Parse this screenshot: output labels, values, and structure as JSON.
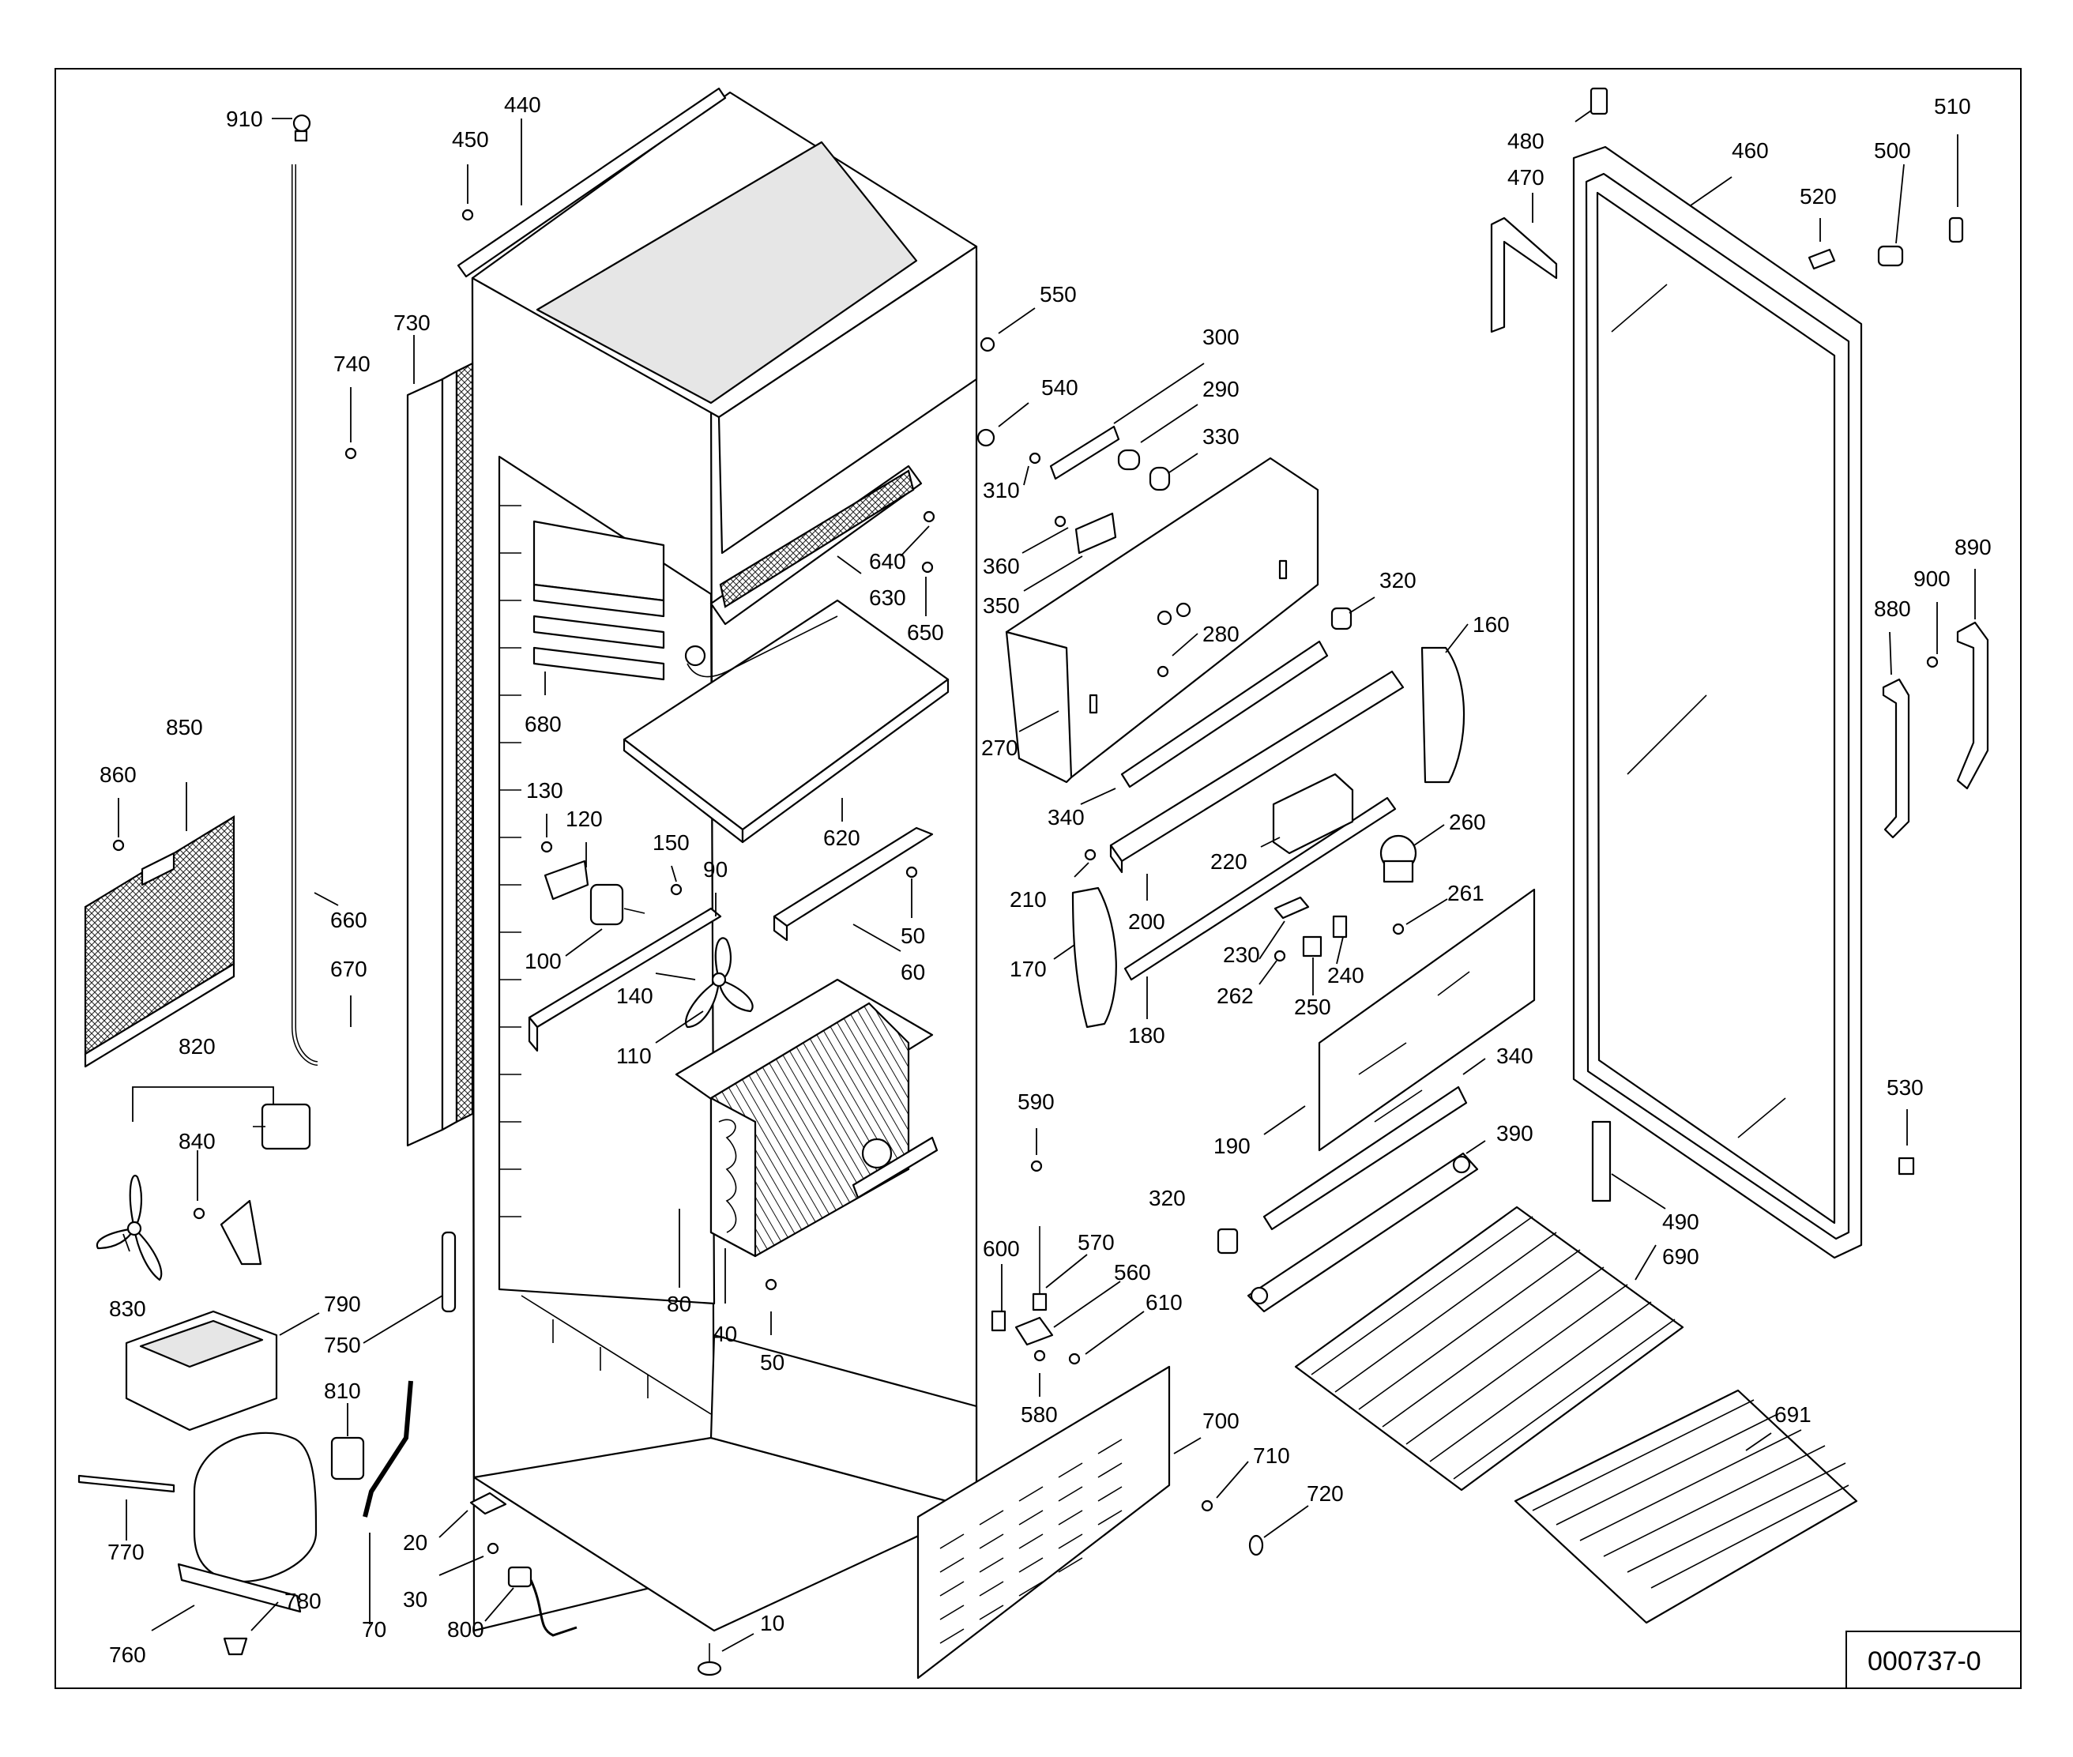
{
  "drawing_number": "000737-0",
  "parts": [
    {
      "num": "910"
    },
    {
      "num": "440"
    },
    {
      "num": "450"
    },
    {
      "num": "730"
    },
    {
      "num": "740"
    },
    {
      "num": "550"
    },
    {
      "num": "540"
    },
    {
      "num": "300"
    },
    {
      "num": "290"
    },
    {
      "num": "330"
    },
    {
      "num": "310"
    },
    {
      "num": "360"
    },
    {
      "num": "350"
    },
    {
      "num": "640"
    },
    {
      "num": "630"
    },
    {
      "num": "650"
    },
    {
      "num": "680"
    },
    {
      "num": "320"
    },
    {
      "num": "280"
    },
    {
      "num": "160"
    },
    {
      "num": "270"
    },
    {
      "num": "620"
    },
    {
      "num": "850"
    },
    {
      "num": "860"
    },
    {
      "num": "130"
    },
    {
      "num": "120"
    },
    {
      "num": "150"
    },
    {
      "num": "90"
    },
    {
      "num": "340"
    },
    {
      "num": "260"
    },
    {
      "num": "220"
    },
    {
      "num": "210"
    },
    {
      "num": "200"
    },
    {
      "num": "261"
    },
    {
      "num": "660"
    },
    {
      "num": "100"
    },
    {
      "num": "50"
    },
    {
      "num": "60"
    },
    {
      "num": "670"
    },
    {
      "num": "140"
    },
    {
      "num": "170"
    },
    {
      "num": "230"
    },
    {
      "num": "262"
    },
    {
      "num": "240"
    },
    {
      "num": "250"
    },
    {
      "num": "110"
    },
    {
      "num": "180"
    },
    {
      "num": "820"
    },
    {
      "num": "840"
    },
    {
      "num": "590"
    },
    {
      "num": "190"
    },
    {
      "num": "390"
    },
    {
      "num": "830"
    },
    {
      "num": "80"
    },
    {
      "num": "40"
    },
    {
      "num": "600"
    },
    {
      "num": "570"
    },
    {
      "num": "560"
    },
    {
      "num": "610"
    },
    {
      "num": "790"
    },
    {
      "num": "750"
    },
    {
      "num": "810"
    },
    {
      "num": "580"
    },
    {
      "num": "700"
    },
    {
      "num": "710"
    },
    {
      "num": "720"
    },
    {
      "num": "770"
    },
    {
      "num": "20"
    },
    {
      "num": "30"
    },
    {
      "num": "800"
    },
    {
      "num": "780"
    },
    {
      "num": "760"
    },
    {
      "num": "70"
    },
    {
      "num": "10"
    },
    {
      "num": "480"
    },
    {
      "num": "470"
    },
    {
      "num": "460"
    },
    {
      "num": "520"
    },
    {
      "num": "500"
    },
    {
      "num": "510"
    },
    {
      "num": "890"
    },
    {
      "num": "900"
    },
    {
      "num": "880"
    },
    {
      "num": "530"
    },
    {
      "num": "490"
    },
    {
      "num": "690"
    },
    {
      "num": "691"
    },
    {
      "num": "340"
    },
    {
      "num": "320"
    }
  ]
}
